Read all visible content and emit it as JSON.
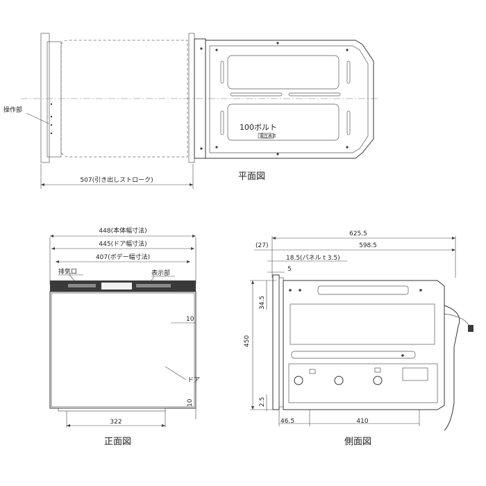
{
  "plan_view": {
    "caption": "平面図",
    "control_label": "操作部",
    "bolt_label": "100ボルト",
    "tag_text": "電圧表示",
    "stroke_dim": "507(引き出しストローク)"
  },
  "front_view": {
    "caption": "正面図",
    "dims": {
      "body_width": "448(本体幅寸法)",
      "door_width": "445(ドア幅寸法)",
      "body_panel_width": "407(ボデー幅寸法)",
      "bottom": "322",
      "side_top": "10",
      "side_bottom": "10"
    },
    "labels": {
      "exhaust": "排気口",
      "display": "表示部",
      "door": "ドア"
    }
  },
  "side_view": {
    "caption": "側面図",
    "dims": {
      "total_depth": "625.5",
      "front_offset": "(27)",
      "body_depth": "598.5",
      "panel": "18.5(パネル t 3.5)",
      "five": "5",
      "height": "450",
      "top_gap": "34.5",
      "bottom_gap": "2.5",
      "front_bottom": "46.5",
      "base_depth": "410"
    }
  }
}
